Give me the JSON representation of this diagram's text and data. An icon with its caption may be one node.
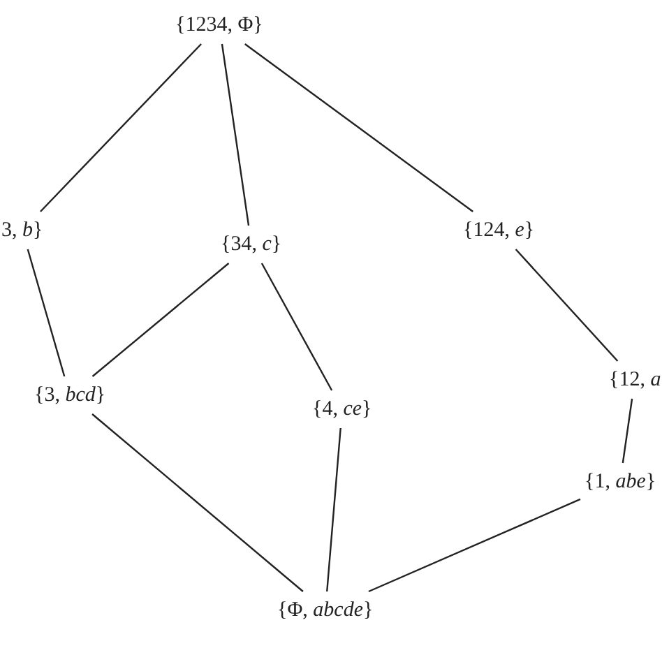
{
  "diagram": {
    "nodes": [
      {
        "text": [
          "{1234, Φ}"
        ]
      },
      {
        "text": [
          "3, *b*}"
        ]
      },
      {
        "text": [
          "{34, *c*}"
        ]
      },
      {
        "text": [
          "{124, *e*}"
        ]
      },
      {
        "text": [
          "{3, *bcd*}"
        ]
      },
      {
        "text": [
          "{4, *ce*}"
        ]
      },
      {
        "text": [
          "{12, *a*"
        ]
      },
      {
        "text": [
          "{1, *abe*}"
        ]
      },
      {
        "text": [
          "{Φ, *abcde*}"
        ]
      }
    ],
    "edges": [
      {
        "from": 0,
        "to": 1,
        "arrow": "none"
      },
      {
        "from": 0,
        "to": 2,
        "arrow": "none"
      },
      {
        "from": 0,
        "to": 3,
        "arrow": "none"
      },
      {
        "from": 1,
        "to": 4,
        "arrow": "none"
      },
      {
        "from": 4,
        "to": 2,
        "arrow": "none"
      },
      {
        "from": 2,
        "to": 5,
        "arrow": "none"
      },
      {
        "from": 3,
        "to": 6,
        "arrow": "none"
      },
      {
        "from": 6,
        "to": 7,
        "arrow": "none"
      },
      {
        "from": 4,
        "to": 8,
        "arrow": "none"
      },
      {
        "from": 5,
        "to": 8,
        "arrow": "none"
      },
      {
        "from": 7,
        "to": 8,
        "arrow": "none"
      }
    ]
  }
}
